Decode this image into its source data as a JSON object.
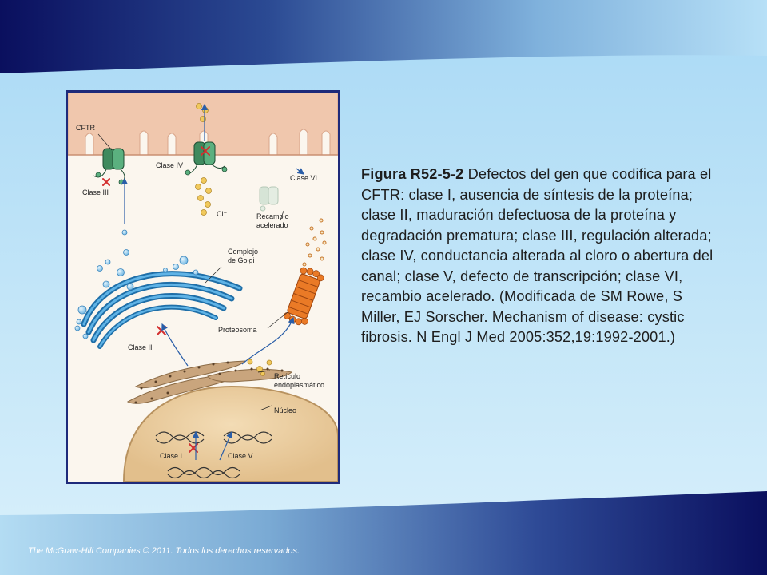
{
  "figure": {
    "labels": {
      "cftr": "CFTR",
      "clase_iii": "Clase III",
      "clase_iv": "Clase IV",
      "clase_vi": "Clase VI",
      "cl_ion": "Cl⁻",
      "recambio": "Recambio",
      "acelerado": "acelerado",
      "complejo": "Complejo",
      "de_golgi": "de Golgi",
      "proteosoma": "Proteosoma",
      "clase_ii": "Clase II",
      "reticulo": "Retículo",
      "endoplasmatico": "endoplasmático",
      "nucleo": "Núcleo",
      "clase_i": "Clase I",
      "clase_v": "Clase V"
    }
  },
  "caption": {
    "title": "Figura R52-5-2",
    "text": " Defectos del gen que codifica para el CFTR: clase I, ausencia de síntesis de la proteína; clase II, maduración defectuosa de la proteína y degradación prematura; clase III, regulación alterada; clase IV, conductancia alterada al cloro o abertura del canal; clase V, defecto de transcripción; clase VI, recambio acelerado. (Modificada de SM Rowe, S Miller, EJ Sorscher. Mechanism of disease: cystic fibrosis. N Engl J Med 2005:352,19:1992-2001.)"
  },
  "footer": {
    "text": "The McGraw-Hill Companies © 2011. Todos los derechos reservados."
  },
  "colors": {
    "band_dark": "#0a0f5e",
    "frame_border": "#1e2a7a",
    "membrane": "#f0c7ad",
    "golgi": "#2d8ec9",
    "nucleus": "#e8c99a",
    "er": "#c9a57d",
    "channel": "#3f8a5e",
    "proteasome": "#ea7a26",
    "vesicle_yellow": "#e6b84a",
    "mark_red": "#d32f2f",
    "arrow": "#2a5ea8"
  }
}
